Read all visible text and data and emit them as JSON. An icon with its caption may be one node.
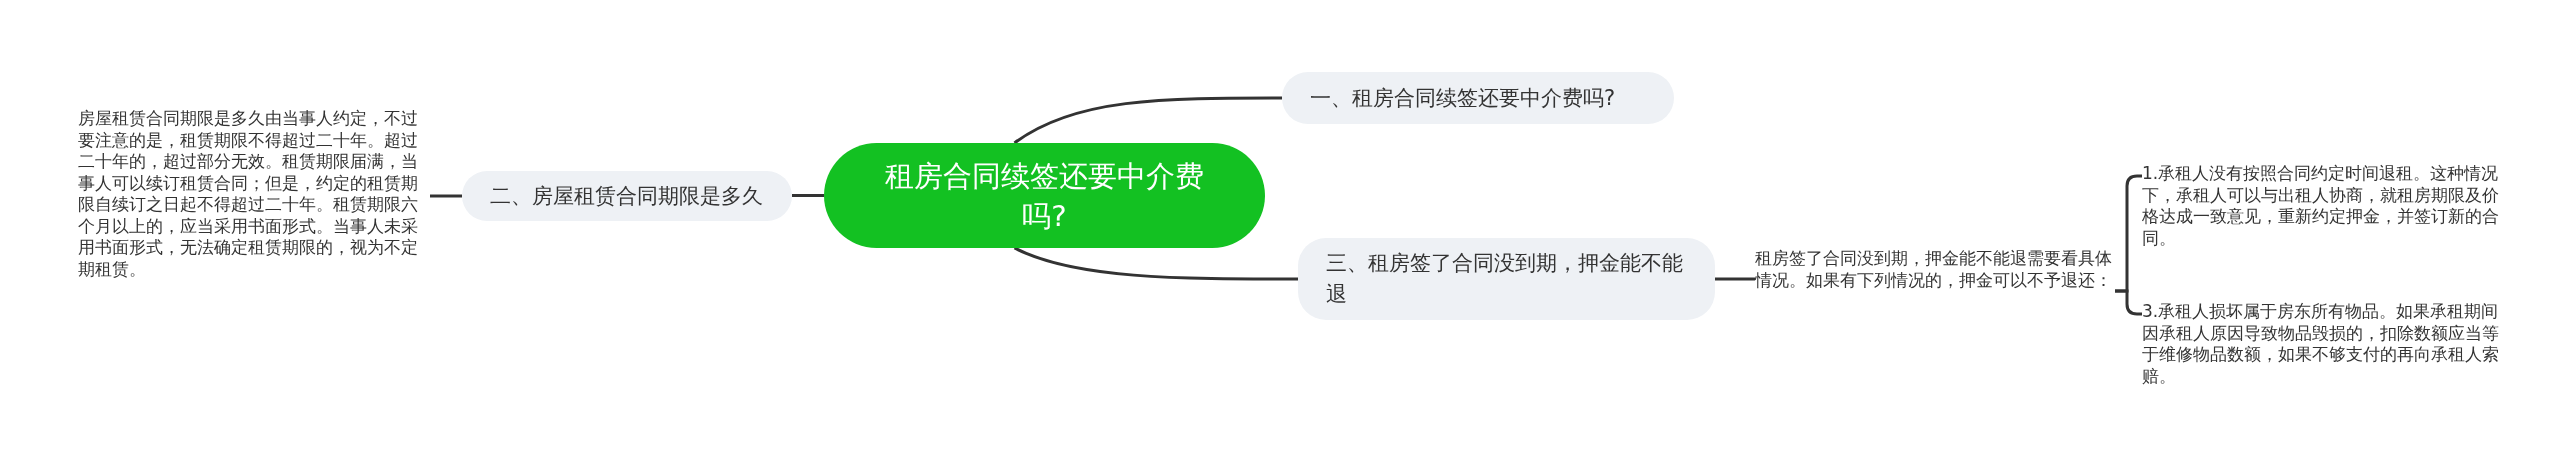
{
  "diagram": {
    "nodes": [
      {
        "text": [
          "租房合同续签还要中介费吗?"
        ]
      },
      {
        "text": [
          "一、租房合同续签还要中介费吗?"
        ]
      },
      {
        "text": [
          "二、房屋租赁合同期限是多久"
        ]
      },
      {
        "text": [
          "房屋租赁合同期限是多久由当事人约定，不过要注意的是，租赁期限不得超过二十年。超过二十年的，超过部分无效。租赁期限届满，当事人可以续订租赁合同；但是，约定的租赁期限自续订之日起不得超过二十年。租赁期限六个月以上的，应当采用书面形式。当事人未采用书面形式，无法确定租赁期限的，视为不定期租赁。"
        ]
      },
      {
        "text": [
          "三、租房签了合同没到期，押金能不能退"
        ]
      },
      {
        "text": [
          "租房签了合同没到期，押金能不能退需要看具体情况。如果有下列情况的，押金可以不予退还："
        ]
      },
      {
        "text": [
          "1.承租人没有按照合同约定时间退租。这种情况下，承租人可以与出租人协商，就租房期限及价格达成一致意见，重新约定押金，并签订新的合同。"
        ]
      },
      {
        "text": [
          "3.承租人损坏属于房东所有物品。如果承租期间因承租人原因导致物品毁损的，扣除数额应当等于维修物品数额，如果不够支付的再向承租人索赔。"
        ]
      }
    ],
    "edges": [
      {
        "from": 0,
        "to": 1,
        "arrow": "none"
      },
      {
        "from": 0,
        "to": 2,
        "arrow": "none"
      },
      {
        "from": 2,
        "to": 3,
        "arrow": "none"
      },
      {
        "from": 0,
        "to": 4,
        "arrow": "none"
      },
      {
        "from": 4,
        "to": 5,
        "arrow": "none"
      },
      {
        "from": 5,
        "to": 6,
        "arrow": "none"
      },
      {
        "from": 5,
        "to": 7,
        "arrow": "none"
      }
    ]
  }
}
